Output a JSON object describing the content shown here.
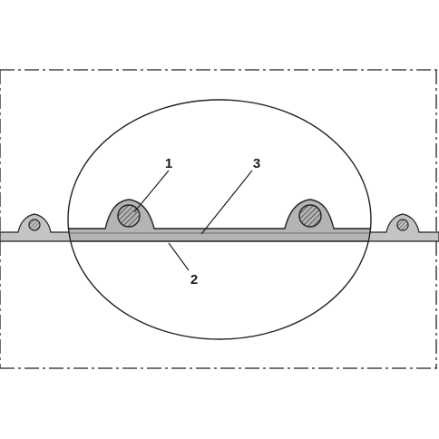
{
  "diagram": {
    "callouts": [
      {
        "id": "1",
        "label": "1"
      },
      {
        "id": "2",
        "label": "2"
      },
      {
        "id": "3",
        "label": "3"
      }
    ]
  },
  "colors": {
    "background": "#ffffff",
    "outline": "#222222",
    "wall_fill": "#b4b4b4",
    "hatch": "#333333",
    "frame_dash": "#222222"
  }
}
